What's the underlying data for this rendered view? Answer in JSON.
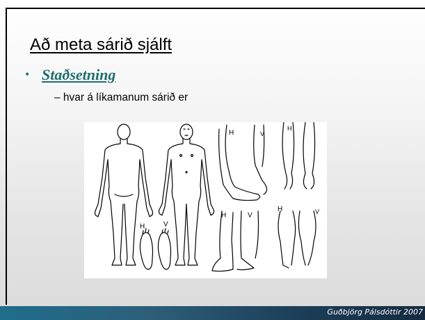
{
  "slide": {
    "title": "Að meta sárið sjálft",
    "bullet_symbol": "•",
    "bullet_text": "Staðsetning",
    "sub_bullet": "– hvar á líkamanum sárið er",
    "footer": "Guðbjörg Pálsdóttir 2007"
  },
  "figure": {
    "marks": {
      "h": "H",
      "v": "V"
    }
  }
}
